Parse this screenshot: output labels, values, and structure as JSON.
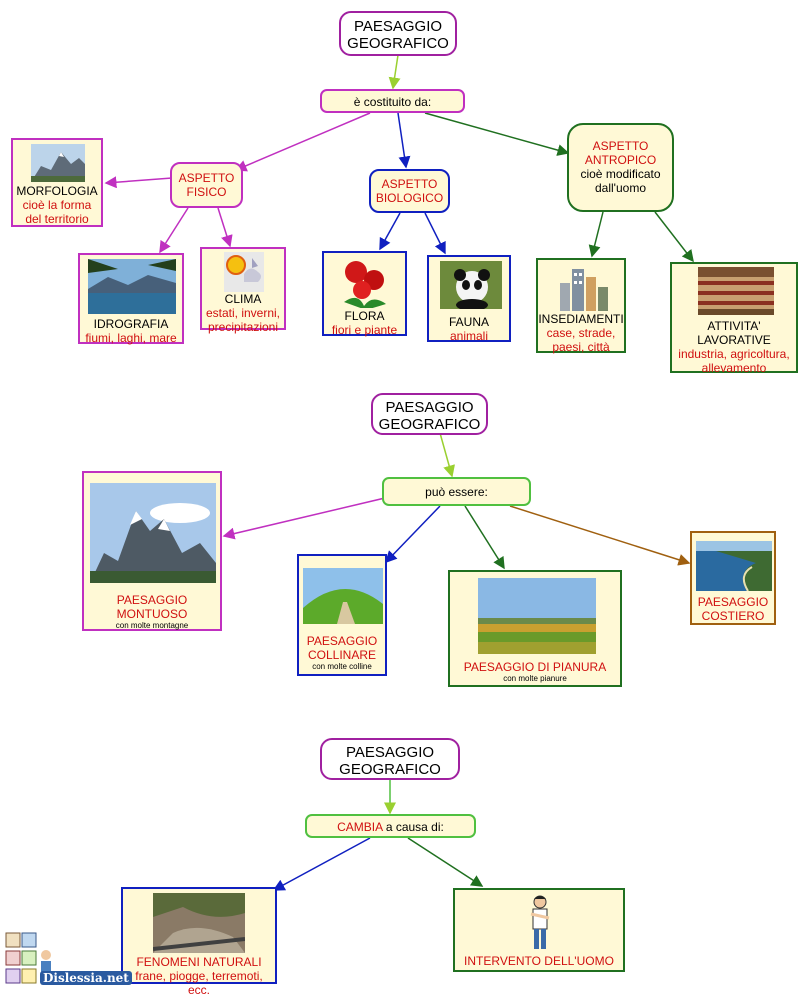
{
  "map1": {
    "title_line1": "PAESAGGIO",
    "title_line2": "GEOGRAFICO",
    "link": "è costituito da:",
    "fisico_line1": "ASPETTO",
    "fisico_line2": "FISICO",
    "biologico_line1": "ASPETTO",
    "biologico_line2": "BIOLOGICO",
    "antropico_line1": "ASPETTO",
    "antropico_line2": "ANTROPICO",
    "antropico_line3": "cioè modificato",
    "antropico_line4": "dall'uomo",
    "morfologia_label": "MORFOLOGIA",
    "morfologia_desc1": "cioè la forma",
    "morfologia_desc2": "del territorio",
    "idrografia_label": "IDROGRAFIA",
    "idrografia_desc": "fiumi, laghi, mare",
    "clima_label": "CLIMA",
    "clima_desc1": "estati, inverni,",
    "clima_desc2": "precipitazioni",
    "flora_label": "FLORA",
    "flora_desc": "fiori e piante",
    "fauna_label": "FAUNA",
    "fauna_desc": "animali",
    "insediamenti_label": "INSEDIAMENTI",
    "insediamenti_desc1": "case, strade,",
    "insediamenti_desc2": "paesi, città",
    "attivita_label1": "ATTIVITA'",
    "attivita_label2": "LAVORATIVE",
    "attivita_desc1": "industria, agricoltura,",
    "attivita_desc2": "allevamento"
  },
  "map2": {
    "title_line1": "PAESAGGIO",
    "title_line2": "GEOGRAFICO",
    "link": "può essere:",
    "montuoso_line1": "PAESAGGIO",
    "montuoso_line2": "MONTUOSO",
    "montuoso_desc": "con molte montagne",
    "collinare_line1": "PAESAGGIO",
    "collinare_line2": "COLLINARE",
    "collinare_desc": "con molte colline",
    "pianura_line1": "PAESAGGIO DI PIANURA",
    "pianura_desc": "con molte pianure",
    "costiero_line1": "PAESAGGIO",
    "costiero_line2": "COSTIERO"
  },
  "map3": {
    "title_line1": "PAESAGGIO",
    "title_line2": "GEOGRAFICO",
    "link_red": "CAMBIA",
    "link_rest": " a causa di:",
    "fenomeni_label": "FENOMENI NATURALI",
    "fenomeni_desc": "frane, piogge, terremoti, ecc.",
    "intervento_label": "INTERVENTO DELL'UOMO"
  },
  "logo": {
    "text": "Dislessia.net"
  },
  "colors": {
    "pink": "#c030c0",
    "blue": "#1020c0",
    "green": "#207020",
    "light_green": "#50c040",
    "brown": "#a06010",
    "red_text": "#d01010",
    "node_fill": "#fff9d6"
  }
}
